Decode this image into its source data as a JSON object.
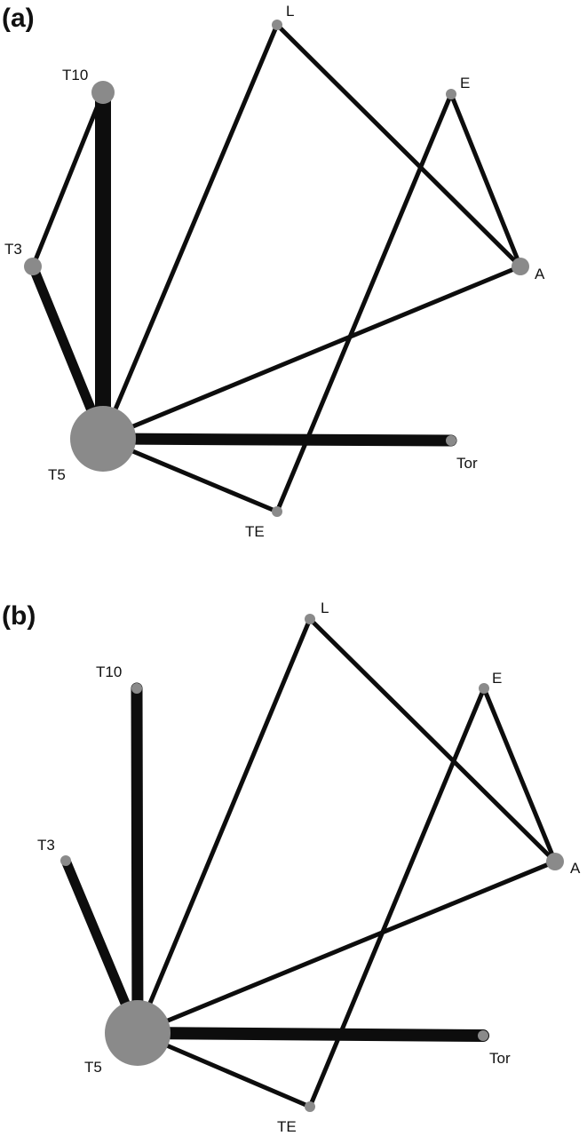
{
  "colors": {
    "edge": "#0d0d0d",
    "node": "#8a8a8a",
    "label": "#111111",
    "background": "#ffffff"
  },
  "panels": [
    {
      "id": "a",
      "label": "(a)",
      "nodes": [
        {
          "id": "L",
          "label": "L",
          "size": 1
        },
        {
          "id": "E",
          "label": "E",
          "size": 1
        },
        {
          "id": "T10",
          "label": "T10",
          "size": 3
        },
        {
          "id": "T3",
          "label": "T3",
          "size": 2
        },
        {
          "id": "A",
          "label": "A",
          "size": 2
        },
        {
          "id": "T5",
          "label": "T5",
          "size": 8
        },
        {
          "id": "Tor",
          "label": "Tor",
          "size": 1
        },
        {
          "id": "TE",
          "label": "TE",
          "size": 1
        }
      ],
      "edges": [
        {
          "from": "T5",
          "to": "T10",
          "weight": 8
        },
        {
          "from": "T5",
          "to": "T3",
          "weight": 4
        },
        {
          "from": "T3",
          "to": "T10",
          "weight": 1
        },
        {
          "from": "T5",
          "to": "L",
          "weight": 1
        },
        {
          "from": "L",
          "to": "A",
          "weight": 1
        },
        {
          "from": "E",
          "to": "A",
          "weight": 1
        },
        {
          "from": "E",
          "to": "TE",
          "weight": 1
        },
        {
          "from": "T5",
          "to": "A",
          "weight": 1
        },
        {
          "from": "T5",
          "to": "Tor",
          "weight": 5
        },
        {
          "from": "T5",
          "to": "TE",
          "weight": 1
        }
      ]
    },
    {
      "id": "b",
      "label": "(b)",
      "nodes": [
        {
          "id": "L",
          "label": "L",
          "size": 1
        },
        {
          "id": "E",
          "label": "E",
          "size": 1
        },
        {
          "id": "T10",
          "label": "T10",
          "size": 1
        },
        {
          "id": "T3",
          "label": "T3",
          "size": 1
        },
        {
          "id": "A",
          "label": "A",
          "size": 2
        },
        {
          "id": "T5",
          "label": "T5",
          "size": 8
        },
        {
          "id": "Tor",
          "label": "Tor",
          "size": 1
        },
        {
          "id": "TE",
          "label": "TE",
          "size": 1
        }
      ],
      "edges": [
        {
          "from": "T5",
          "to": "T10",
          "weight": 5
        },
        {
          "from": "T5",
          "to": "T3",
          "weight": 4
        },
        {
          "from": "T5",
          "to": "L",
          "weight": 1
        },
        {
          "from": "L",
          "to": "A",
          "weight": 1
        },
        {
          "from": "E",
          "to": "A",
          "weight": 1
        },
        {
          "from": "E",
          "to": "TE",
          "weight": 1
        },
        {
          "from": "T5",
          "to": "A",
          "weight": 1
        },
        {
          "from": "T5",
          "to": "Tor",
          "weight": 6
        },
        {
          "from": "T5",
          "to": "TE",
          "weight": 1
        }
      ]
    }
  ]
}
